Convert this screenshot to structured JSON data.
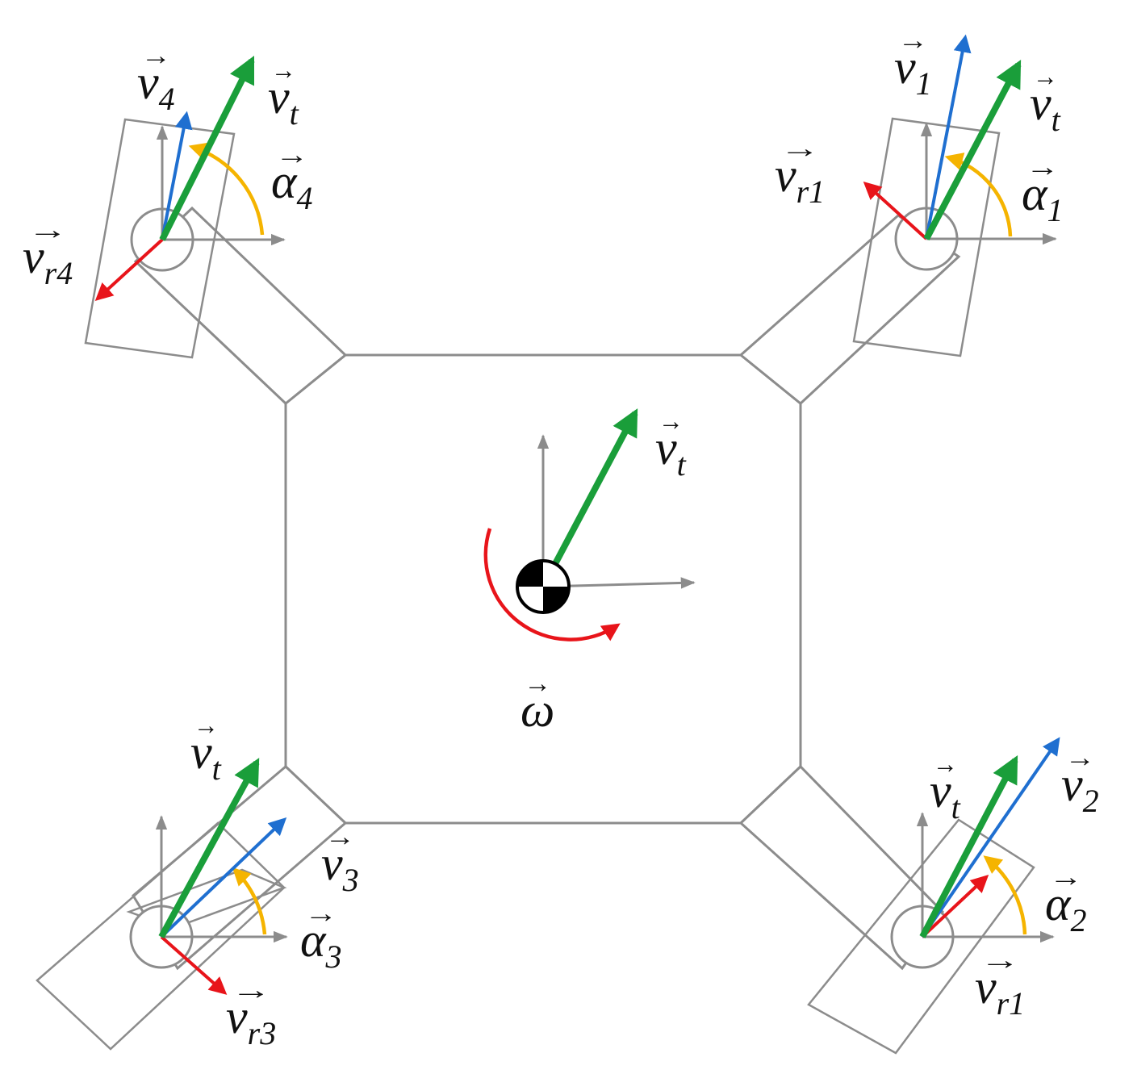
{
  "colors": {
    "frame": "#8c8c8c",
    "translation_velocity": "#1a9e3a",
    "wheel_velocity": "#1f6fd0",
    "rotation_component": "#e8141a",
    "steering_angle": "#f5b400",
    "center_of_mass": "#000000"
  },
  "labels": {
    "center": {
      "vt": {
        "base": "v",
        "sub": "t"
      },
      "omega": {
        "base": "ω",
        "sub": ""
      }
    },
    "wheel1": {
      "v": {
        "base": "v",
        "sub": "1"
      },
      "vt": {
        "base": "v",
        "sub": "t"
      },
      "vr": {
        "base": "v",
        "sub": "r1"
      },
      "alpha": {
        "base": "α",
        "sub": "1"
      }
    },
    "wheel2": {
      "v": {
        "base": "v",
        "sub": "2"
      },
      "vt": {
        "base": "v",
        "sub": "t"
      },
      "vr": {
        "base": "v",
        "sub": "r1"
      },
      "alpha": {
        "base": "α",
        "sub": "2"
      }
    },
    "wheel3": {
      "v": {
        "base": "v",
        "sub": "3"
      },
      "vt": {
        "base": "v",
        "sub": "t"
      },
      "vr": {
        "base": "v",
        "sub": "r3"
      },
      "alpha": {
        "base": "α",
        "sub": "3"
      }
    },
    "wheel4": {
      "v": {
        "base": "v",
        "sub": "4"
      },
      "vt": {
        "base": "v",
        "sub": "t"
      },
      "vr": {
        "base": "v",
        "sub": "r4"
      },
      "alpha": {
        "base": "α",
        "sub": "4"
      }
    }
  },
  "vector_accent": "→"
}
